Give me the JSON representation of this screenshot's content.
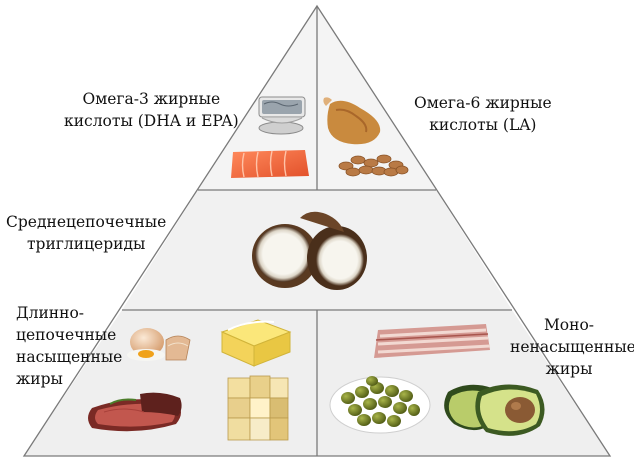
{
  "pyramid": {
    "tiers": [
      {
        "id": "top",
        "left_label": [
          "Омега-3 жирные",
          "кислоты (DHA и EPA)"
        ],
        "right_label": [
          "Омега-6 жирные",
          "кислоты (LA)"
        ],
        "left_foods": [
          "canned-fish",
          "salmon-fillet"
        ],
        "right_foods": [
          "roast-chicken",
          "almonds"
        ]
      },
      {
        "id": "middle",
        "left_label": [
          "Среднецепочечные",
          "триглицериды"
        ],
        "foods": [
          "coconut-halves"
        ]
      },
      {
        "id": "bottom",
        "left_label": [
          "Длинно-",
          "цепочечные",
          "насыщенные",
          "жиры"
        ],
        "right_label": [
          "Моно-",
          "ненасыщенные",
          "жиры"
        ],
        "left_foods": [
          "eggs",
          "butter",
          "steak",
          "cheese-cubes"
        ],
        "right_foods": [
          "bacon",
          "olives-bowl",
          "avocado"
        ]
      }
    ],
    "colors": {
      "background": "#ffffff",
      "outline": "#7a7a7a",
      "tier_top": "#f4f4f4",
      "tier_middle": "#f1f1f1",
      "tier_bottom": "#efefef"
    }
  }
}
